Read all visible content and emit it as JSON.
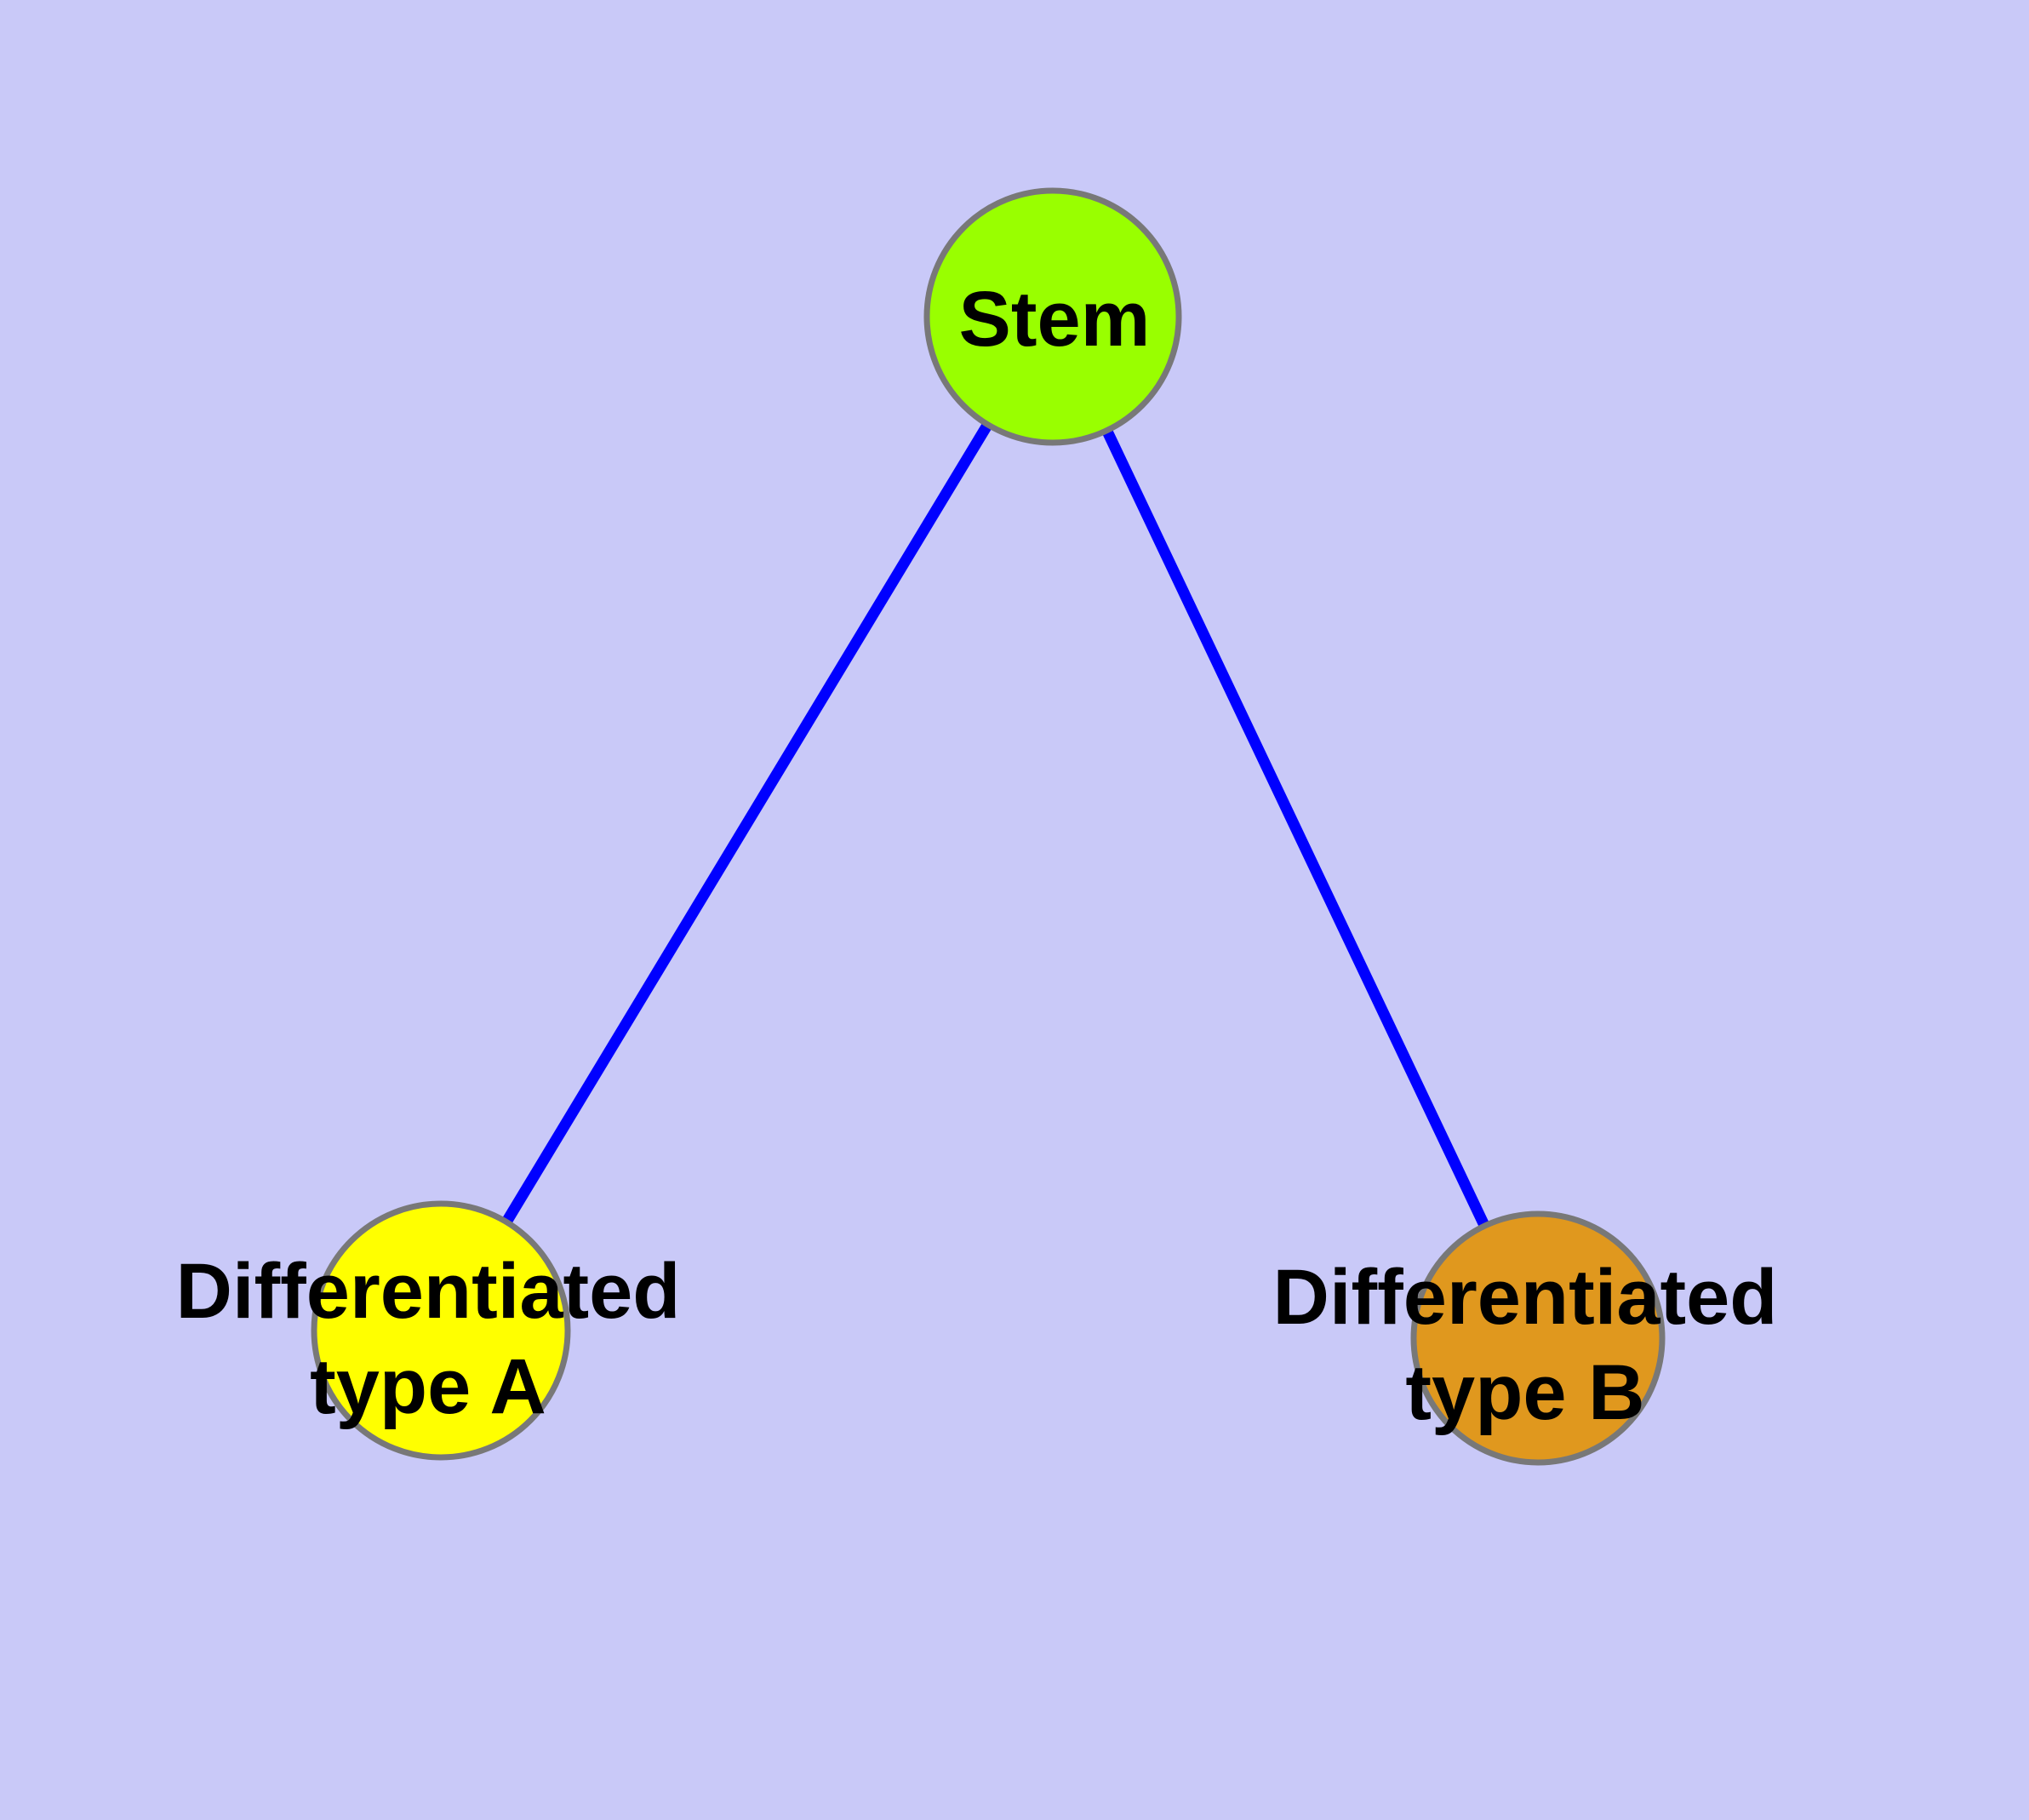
{
  "diagram": {
    "title": "",
    "background_color": "#C9C9F8",
    "edge_color": "#0000FF",
    "node_border_color": "#787878",
    "label_color": "#000000",
    "nodes": [
      {
        "id": "stem",
        "label": "Stem",
        "color": "#99FF00"
      },
      {
        "id": "type-a",
        "label": "Differentiated\ntype A",
        "color": "#FFFF00"
      },
      {
        "id": "type-b",
        "label": "Differentiated\ntype B",
        "color": "#E0981E"
      }
    ],
    "edges": [
      {
        "from": "stem",
        "to": "type-a"
      },
      {
        "from": "stem",
        "to": "type-b"
      }
    ]
  }
}
